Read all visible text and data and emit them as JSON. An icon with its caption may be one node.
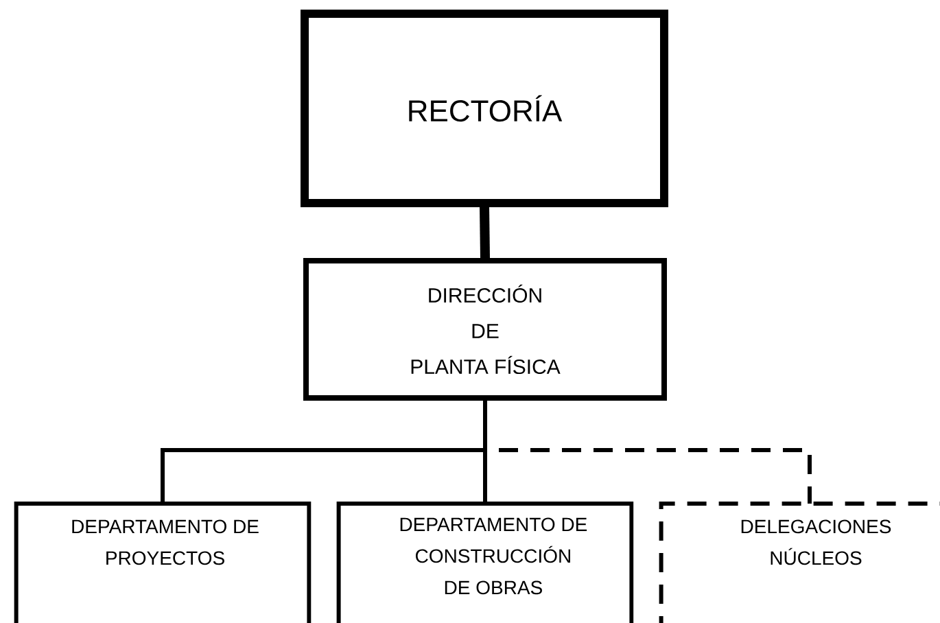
{
  "diagram": {
    "nodes": [
      {
        "text": [
          "RECTORÍA"
        ]
      },
      {
        "text": [
          "DIRECCIÓN DE PLANTA FÍSICA"
        ]
      },
      {
        "text": [
          "DEPARTAMENTO DE PROYECTOS"
        ]
      },
      {
        "text": [
          "DEPARTAMENTO DE CONSTRUCCIÓN DE OBRAS"
        ]
      },
      {
        "text": [
          "DELEGACIONES NÚCLEOS"
        ]
      }
    ],
    "edges": [
      {
        "from": 0,
        "to": 1,
        "arrow": "none",
        "style": "thick"
      },
      {
        "from": 1,
        "to": 2,
        "arrow": "none"
      },
      {
        "from": 1,
        "to": 3,
        "arrow": "none"
      },
      {
        "from": 1,
        "to": 4,
        "arrow": "none",
        "style": "dashed"
      }
    ]
  }
}
